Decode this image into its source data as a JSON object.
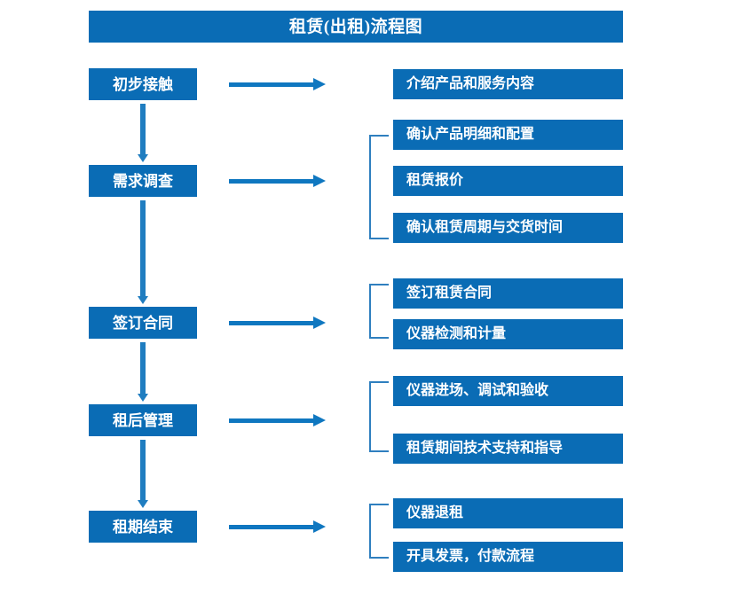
{
  "document": {
    "title": "租赁(出租)流程图",
    "background_color": "#ffffff",
    "box_color": "#0a6cb5",
    "arrow_color": "#0f77c0",
    "bracket_color": "#2f7fbf",
    "text_color": "#ffffff"
  },
  "stages": [
    {
      "id": "initial-contact",
      "label": "初步接触"
    },
    {
      "id": "needs-survey",
      "label": "需求调查"
    },
    {
      "id": "sign-contract",
      "label": "签订合同"
    },
    {
      "id": "post-rent-mgmt",
      "label": "租后管理"
    },
    {
      "id": "lease-end",
      "label": "租期结束"
    }
  ],
  "details": {
    "initial_contact": [
      {
        "id": "intro-products",
        "label": "介绍产品和服务内容"
      }
    ],
    "needs_survey": [
      {
        "id": "confirm-spec",
        "label": "确认产品明细和配置"
      },
      {
        "id": "rental-quote",
        "label": "租赁报价"
      },
      {
        "id": "confirm-term-delivery",
        "label": "确认租赁周期与交货时间"
      }
    ],
    "sign_contract": [
      {
        "id": "sign-rental-contract",
        "label": "签订租赁合同"
      },
      {
        "id": "instrument-test",
        "label": "仪器检测和计量"
      }
    ],
    "post_rent_mgmt": [
      {
        "id": "instrument-onsite",
        "label": "仪器进场、调试和验收"
      },
      {
        "id": "tech-support",
        "label": "租赁期间技术支持和指导"
      }
    ],
    "lease_end": [
      {
        "id": "instrument-return",
        "label": "仪器退租"
      },
      {
        "id": "invoice-payment",
        "label": "开具发票，付款流程"
      }
    ]
  },
  "icons": {
    "down_arrow": "down-arrow-icon",
    "right_arrow": "right-arrow-icon",
    "group_bracket": "group-bracket-icon"
  }
}
